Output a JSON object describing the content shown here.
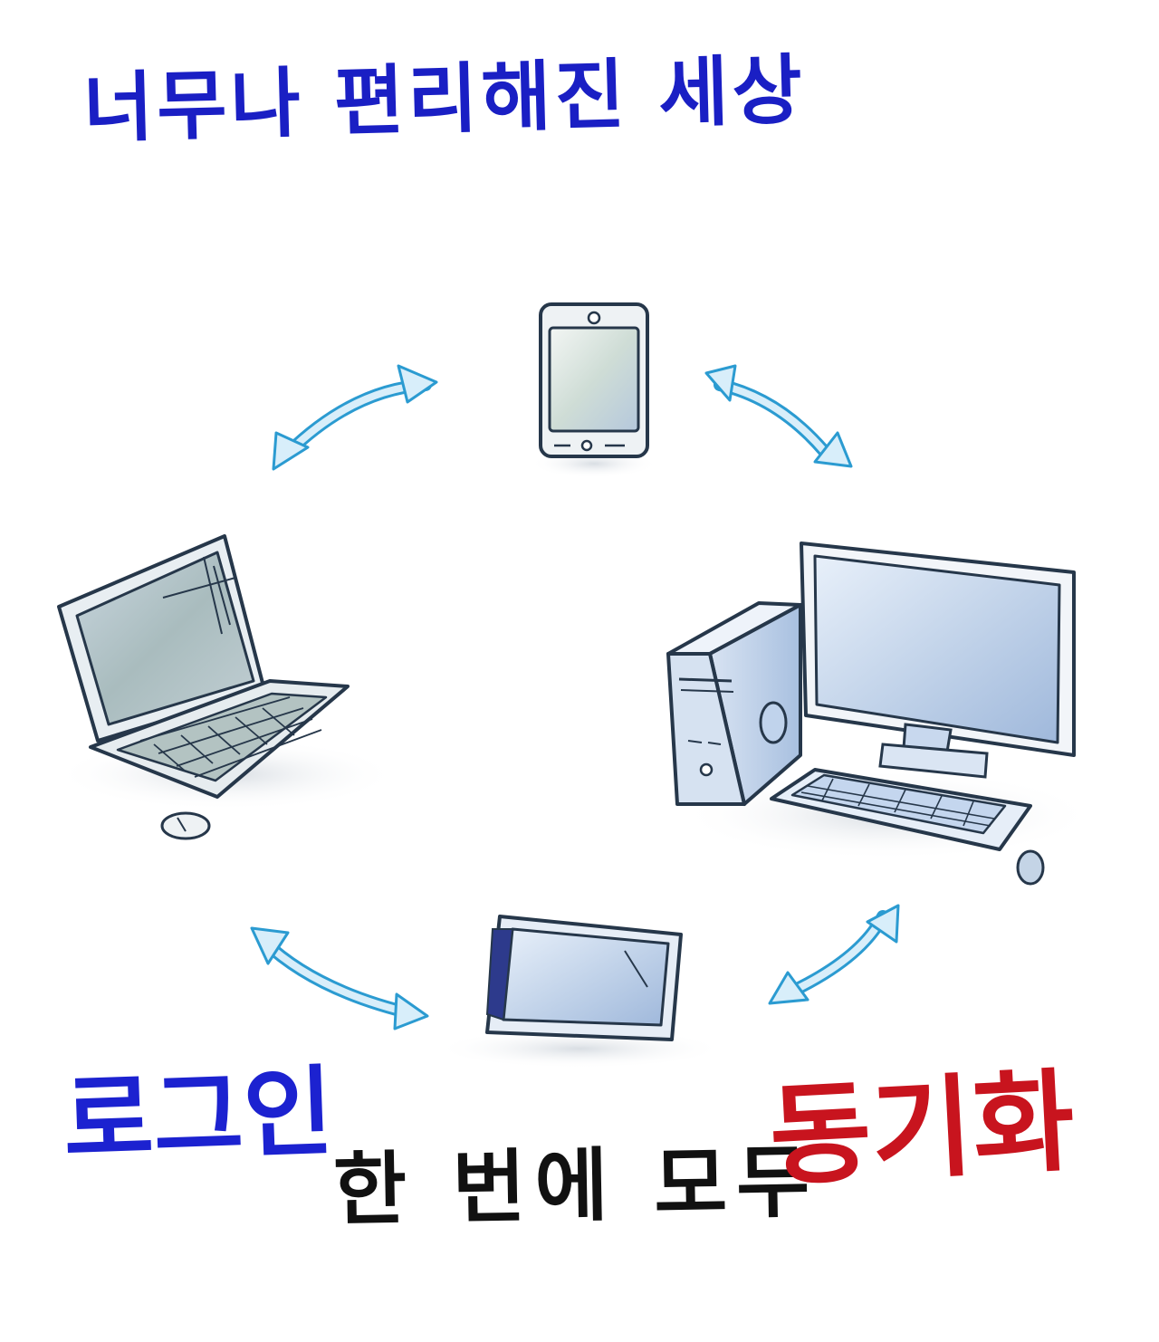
{
  "headline": {
    "text": "너무나 편리해진 세상",
    "color": "#1a1fc4"
  },
  "tagline": {
    "login": "로그인",
    "once_all": "한 번에 모두",
    "sync": "동기화",
    "login_color": "#1c22d0",
    "once_all_color": "#111111",
    "sync_color": "#c8141e"
  },
  "devices": [
    "smartphone-icon",
    "desktop-computer-icon",
    "tablet-icon",
    "laptop-icon"
  ],
  "palette": {
    "outline": "#26374a",
    "screen": "#c4d6ee",
    "arrow_fill": "#d8eefa",
    "arrow_stroke": "#2b9bd1"
  }
}
